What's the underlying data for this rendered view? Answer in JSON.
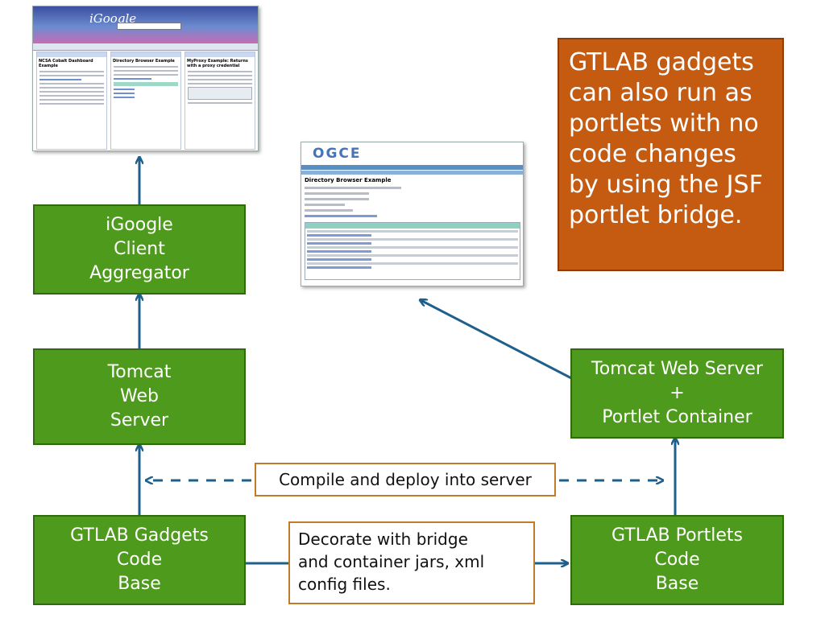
{
  "note": {
    "text": "GTLAB gadgets can also run as portlets with no code changes by using the JSF portlet bridge."
  },
  "boxes": {
    "igoogle": "iGoogle\nClient\nAggregator",
    "tomcat_left": "Tomcat\nWeb\nServer",
    "tomcat_right": "Tomcat Web Server\n+\nPortlet Container",
    "gadgets": "GTLAB Gadgets\nCode\nBase",
    "portlets": "GTLAB Portlets\nCode\nBase"
  },
  "callouts": {
    "compile": "Compile and deploy into server",
    "decorate": "Decorate with bridge\nand  container jars, xml\nconfig files."
  },
  "screenshots": {
    "igoogle": {
      "logo": "iGoogle",
      "col1_title": "NCSA Cobalt Dashboard Example",
      "col2_title": "Directory Browser Example",
      "col3_title": "MyProxy Example: Returns with a proxy credential"
    },
    "ogce": {
      "logo": "OGCE",
      "page_title": "Directory Browser Example"
    }
  },
  "colors": {
    "box_fill": "#4e9a1c",
    "box_border": "#2f6b0c",
    "note_fill": "#c55a11",
    "arrow": "#1f5f8b",
    "callout_border": "#c07a2a"
  }
}
